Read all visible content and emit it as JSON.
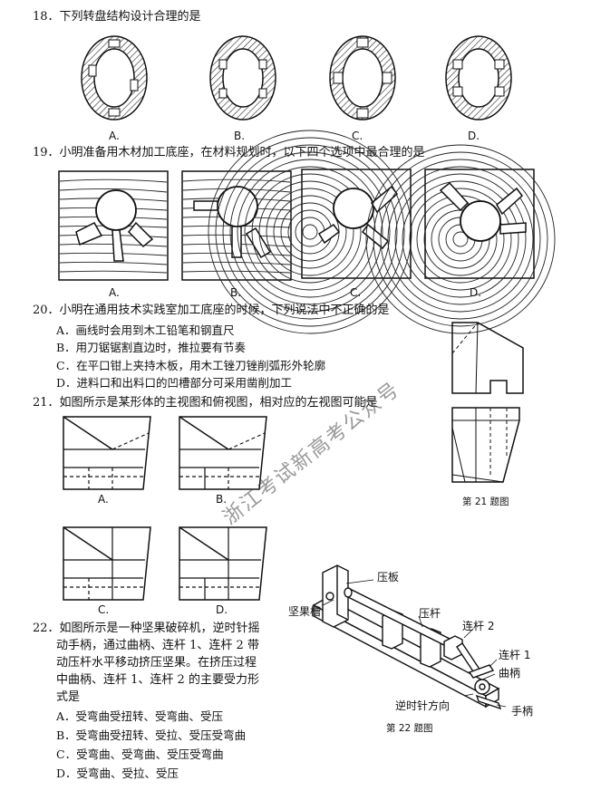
{
  "q18": {
    "text": "18．下列转盘结构设计合理的是",
    "options": [
      "A.",
      "B.",
      "C.",
      "D."
    ]
  },
  "q19": {
    "text": "19．小明准备用木材加工底座，在材料规划时，以下四个选项中最合理的是",
    "options": [
      "A.",
      "B.",
      "C.",
      "D."
    ]
  },
  "q20": {
    "text": "20．小明在通用技术实践室加工底座的时候，下列说法中不正确的是",
    "options": [
      "A．画线时会用到木工铅笔和钢直尺",
      "B．用刀锯锯割直边时，推拉要有节奏",
      "C．在平口钳上夹持木板，用木工锉刀锉削弧形外轮廓",
      "D．进料口和出料口的凹槽部分可采用凿削加工"
    ]
  },
  "q21": {
    "text": "21．如图所示是某形体的主视图和俯视图，相对应的左视图可能是",
    "options": [
      "A.",
      "B.",
      "C.",
      "D."
    ],
    "caption": "第 21 题图"
  },
  "q22": {
    "lines": [
      "22．如图所示是一种坚果破碎机，逆时针摇",
      "动手柄，通过曲柄、连杆 1、连杆 2 带",
      "动压杆水平移动挤压坚果。在挤压过程",
      "中曲柄、连杆 1、连杆 2 的主要受力形",
      "式是"
    ],
    "options": [
      "A．受弯曲受扭转、受弯曲、受压",
      "B．受弯曲受扭转、受拉、受压受弯曲",
      "C．受弯曲、受弯曲、受压受弯曲",
      "D．受弯曲、受拉、受压"
    ],
    "caption": "第 22 题图",
    "figure_labels": {
      "plate": "压板",
      "nut_slot": "坚果槽",
      "press_rod": "压杆",
      "link2": "连杆 2",
      "link1": "连杆 1",
      "crank": "曲柄",
      "ccw": "逆时针方向",
      "handle": "手柄"
    }
  },
  "watermark": "浙江考试新高考公众号"
}
